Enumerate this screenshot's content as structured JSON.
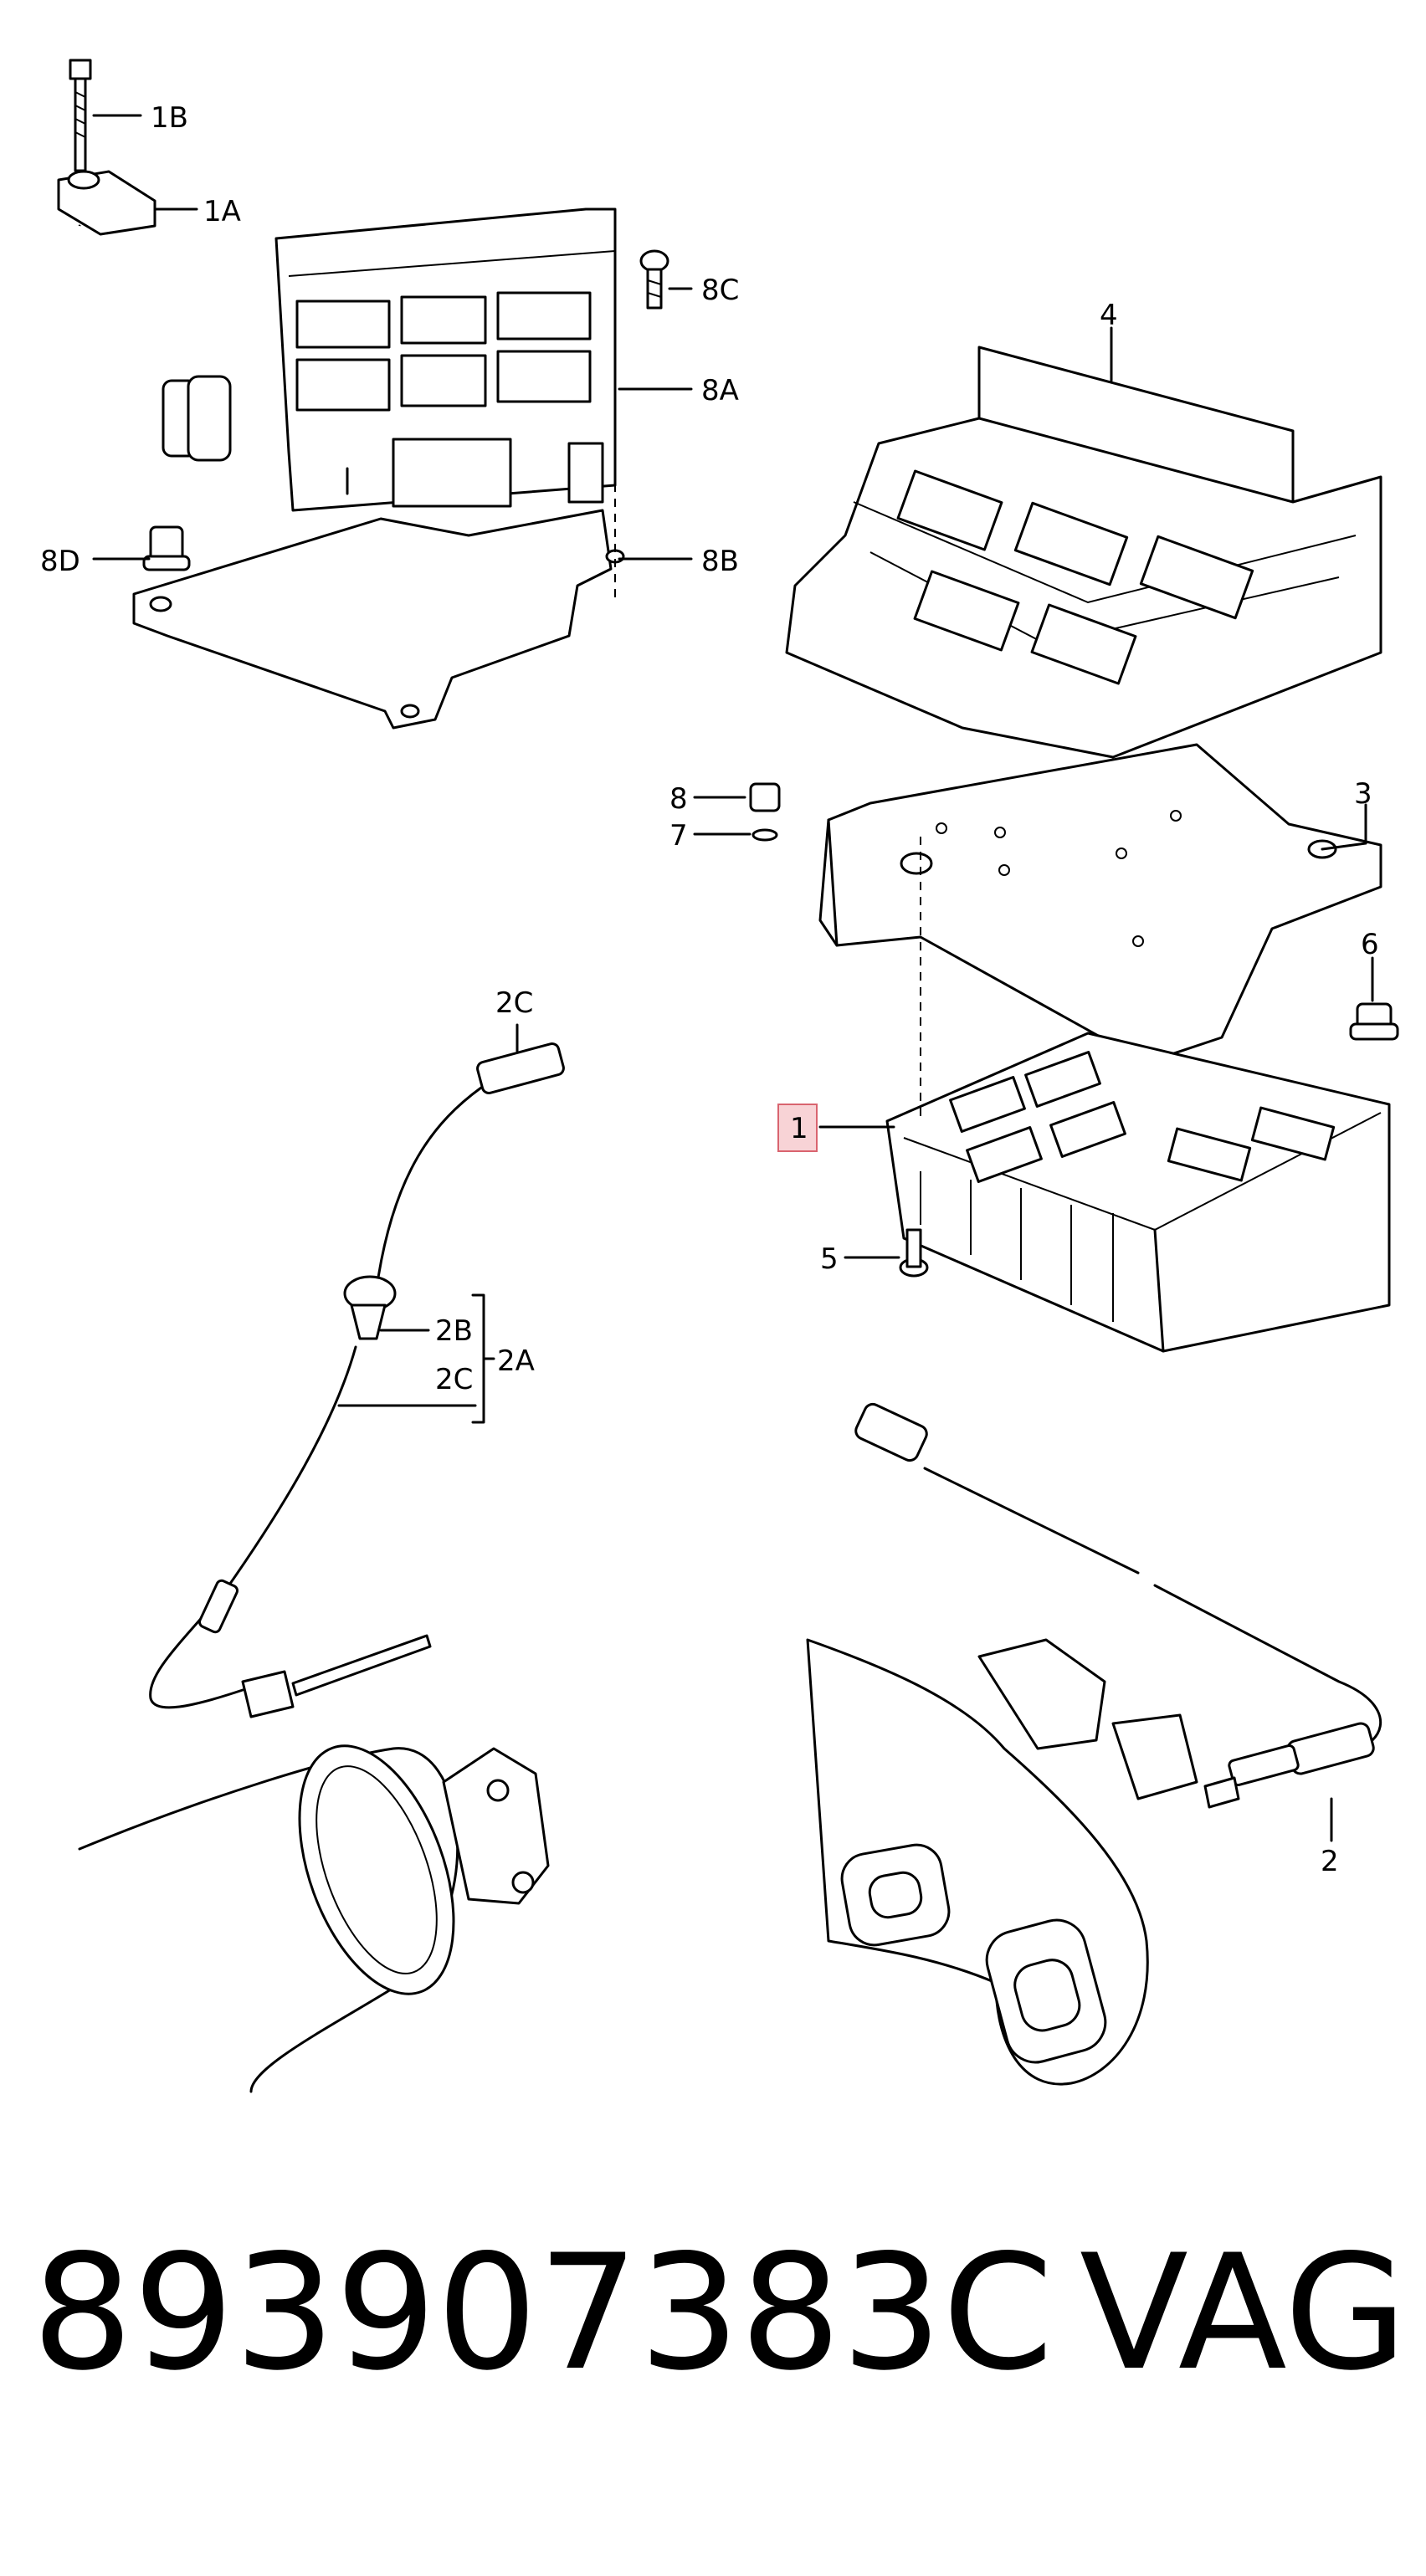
{
  "diagram": {
    "callouts": {
      "c1B": "1B",
      "c1A": "1A",
      "c8C": "8C",
      "c8A": "8A",
      "c8D": "8D",
      "c8B": "8B",
      "c4": "4",
      "c3": "3",
      "c8": "8",
      "c7": "7",
      "c6": "6",
      "c1": "1",
      "c5": "5",
      "c2C_top": "2C",
      "c2B": "2B",
      "c2C": "2C",
      "c2A": "2A",
      "c2": "2"
    },
    "highlighted_callout": "1",
    "highlight_color": "#f8d3d6"
  },
  "caption": {
    "part_number": "893907383C",
    "brand": "VAG"
  }
}
